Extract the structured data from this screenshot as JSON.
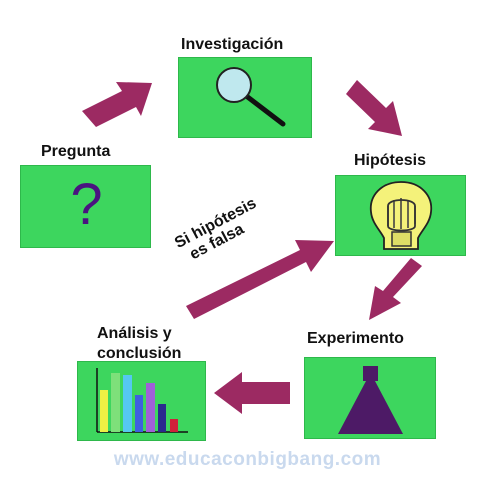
{
  "steps": {
    "investigacion": "Investigación",
    "hipotesis": "Hipótesis",
    "experimento": "Experimento",
    "analisis_line1": "Análisis y",
    "analisis_line2": "conclusión",
    "pregunta": "Pregunta"
  },
  "feedback_label_line1": "Si hipótesis",
  "feedback_label_line2": "es falsa",
  "question_mark": "?",
  "watermark": "www.educaconbigbang.com",
  "icons": {
    "investigacion": "magnifying-glass-icon",
    "hipotesis": "lightbulb-icon",
    "experimento": "flask-icon",
    "analisis": "bar-chart-icon",
    "pregunta": "question-mark-icon"
  },
  "colors": {
    "box": "#3dd65e",
    "arrow": "#9c2a62",
    "question_mark": "#4a1380",
    "watermark": "#c9d9ee"
  }
}
